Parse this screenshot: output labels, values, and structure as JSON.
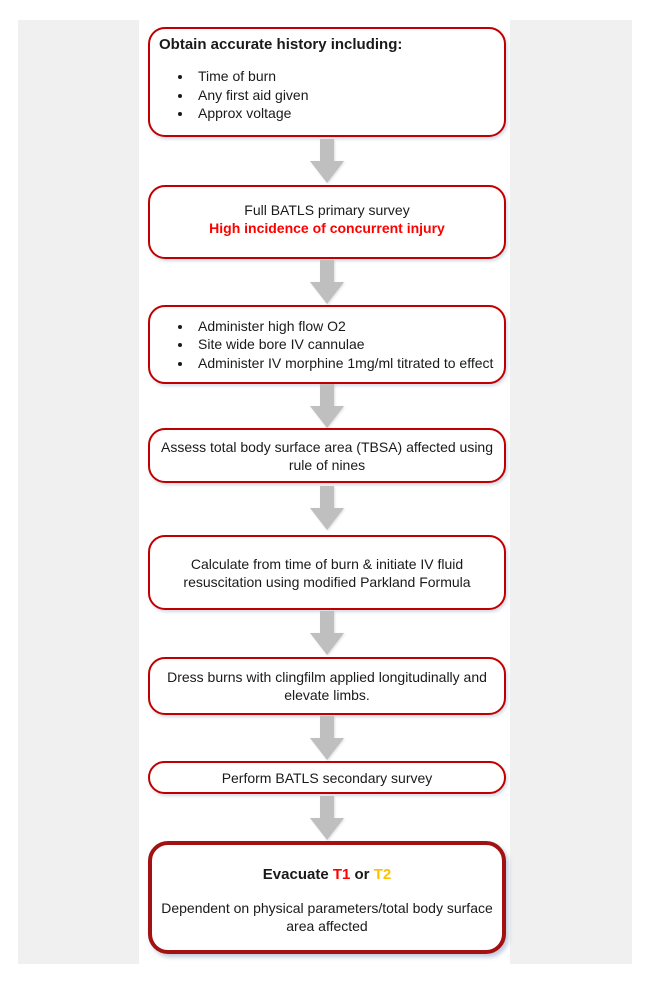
{
  "flowchart": {
    "colors": {
      "box_border": "#C00000",
      "final_border": "#A31212",
      "arrow": "#BFBFBF",
      "warning_red": "#FF0000",
      "t2_yellow": "#FFC000",
      "panel_gray": "#F0F0F0",
      "text": "#1A1A1A"
    },
    "steps": {
      "history": {
        "title": "Obtain accurate history including:",
        "bullets": [
          "Time of burn",
          "Any first aid given",
          "Approx voltage"
        ]
      },
      "primary_survey": {
        "line1": "Full BATLS primary survey",
        "warning": "High incidence of concurrent injury"
      },
      "initial_treatment": {
        "bullets": [
          "Administer high flow O2",
          "Site wide bore IV cannulae",
          "Administer IV morphine 1mg/ml titrated to effect"
        ]
      },
      "assess_tbsa": {
        "line1": "Assess total body surface area (TBSA) affected using",
        "line2": "rule of nines"
      },
      "fluid_resuscitation": {
        "line1": "Calculate from time of burn & initiate IV fluid",
        "line2": "resuscitation using modified Parkland Formula"
      },
      "dress_burns": {
        "line1": "Dress burns with clingfilm applied longitudinally and",
        "line2": "elevate limbs."
      },
      "secondary_survey": {
        "text": "Perform BATLS secondary survey"
      },
      "evacuate": {
        "prefix": "Evacuate ",
        "t1": "T1",
        "conjunction": " or ",
        "t2": "T2",
        "sub_line1": "Dependent on physical parameters/total body surface",
        "sub_line2": "area affected"
      }
    }
  }
}
